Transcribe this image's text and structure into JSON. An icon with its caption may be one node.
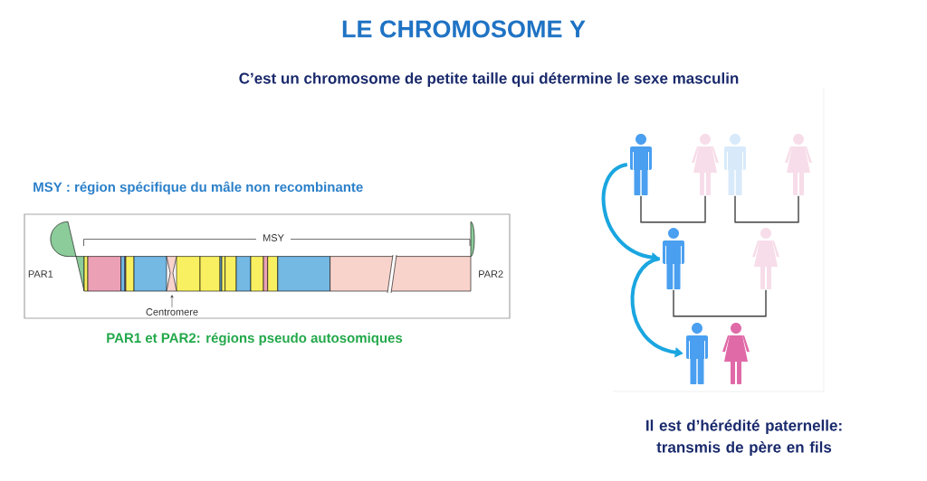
{
  "diagram": {
    "title": "LE CHROMOSOME Y",
    "nodes": [
      {
        "text": [],
        "shape": "person"
      },
      {
        "text": [],
        "shape": "person"
      },
      {
        "text": [],
        "shape": "person"
      },
      {
        "text": [],
        "shape": "person"
      },
      {
        "text": [],
        "shape": "person"
      },
      {
        "text": [],
        "shape": "person"
      },
      {
        "text": [],
        "shape": "person"
      },
      {
        "text": [],
        "shape": "person"
      },
      {
        "text": [
          "Centromere"
        ]
      }
    ],
    "edges": [
      {
        "from": 0,
        "to": 1,
        "arrow": "none"
      },
      {
        "from": 2,
        "to": 3,
        "arrow": "none"
      },
      {
        "from": 4,
        "to": 5,
        "arrow": "none"
      },
      {
        "from": 0,
        "to": 4,
        "arrow": "to",
        "style": "thick",
        "color": "#1aa6e0"
      },
      {
        "from": 4,
        "to": 6,
        "arrow": "to",
        "style": "thick",
        "color": "#1aa6e0"
      },
      {
        "from": 8,
        "to": null,
        "arrow": "to"
      }
    ],
    "labels": [
      "C’est un chromosome de petite taille qui détermine le sexe masculin",
      "MSY : région spécifique du mâle non recombinante",
      "MSY",
      "PAR1",
      "PAR2",
      "PAR1 et PAR2: régions pseudo autosomiques",
      "Il est d’hérédité paternelle: transmis de père en fils"
    ]
  }
}
